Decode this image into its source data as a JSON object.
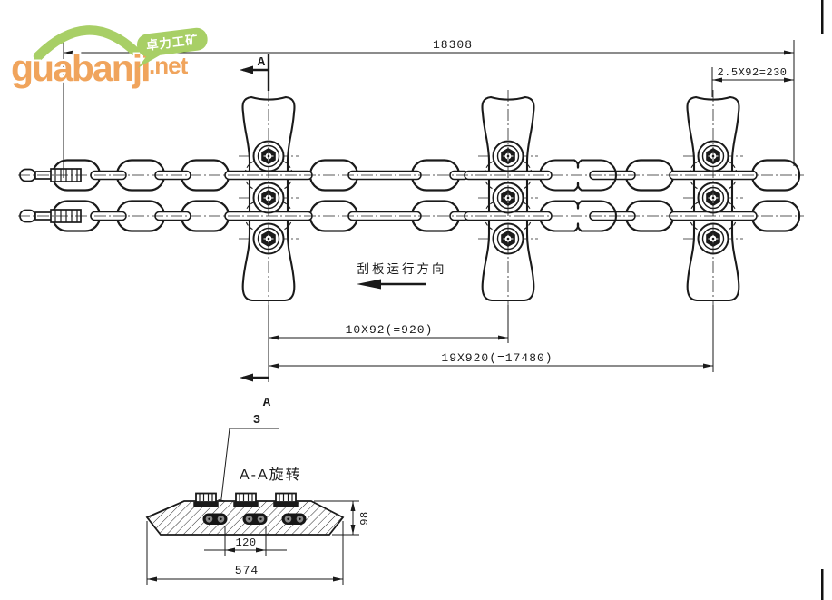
{
  "logo": {
    "brand": "guabanji",
    "tld": ".net",
    "bubble_text": "卓力工矿"
  },
  "drawing": {
    "section_view_title": "A-A旋转",
    "direction_label": "刮板运行方向",
    "part_callout": "3",
    "section_marker": "A",
    "dims": {
      "total_length": "18308",
      "end_segment": "2.5X92=230",
      "scraper_pitch": "10X92(=920)",
      "overall_pitch": "19X920(=17480)",
      "chain_gap": "120",
      "scraper_width": "574",
      "scraper_height": "98"
    }
  },
  "colors": {
    "ink": "#1a1a1a",
    "logo_orange": "#f0a45c",
    "logo_green": "#a8cf66"
  }
}
